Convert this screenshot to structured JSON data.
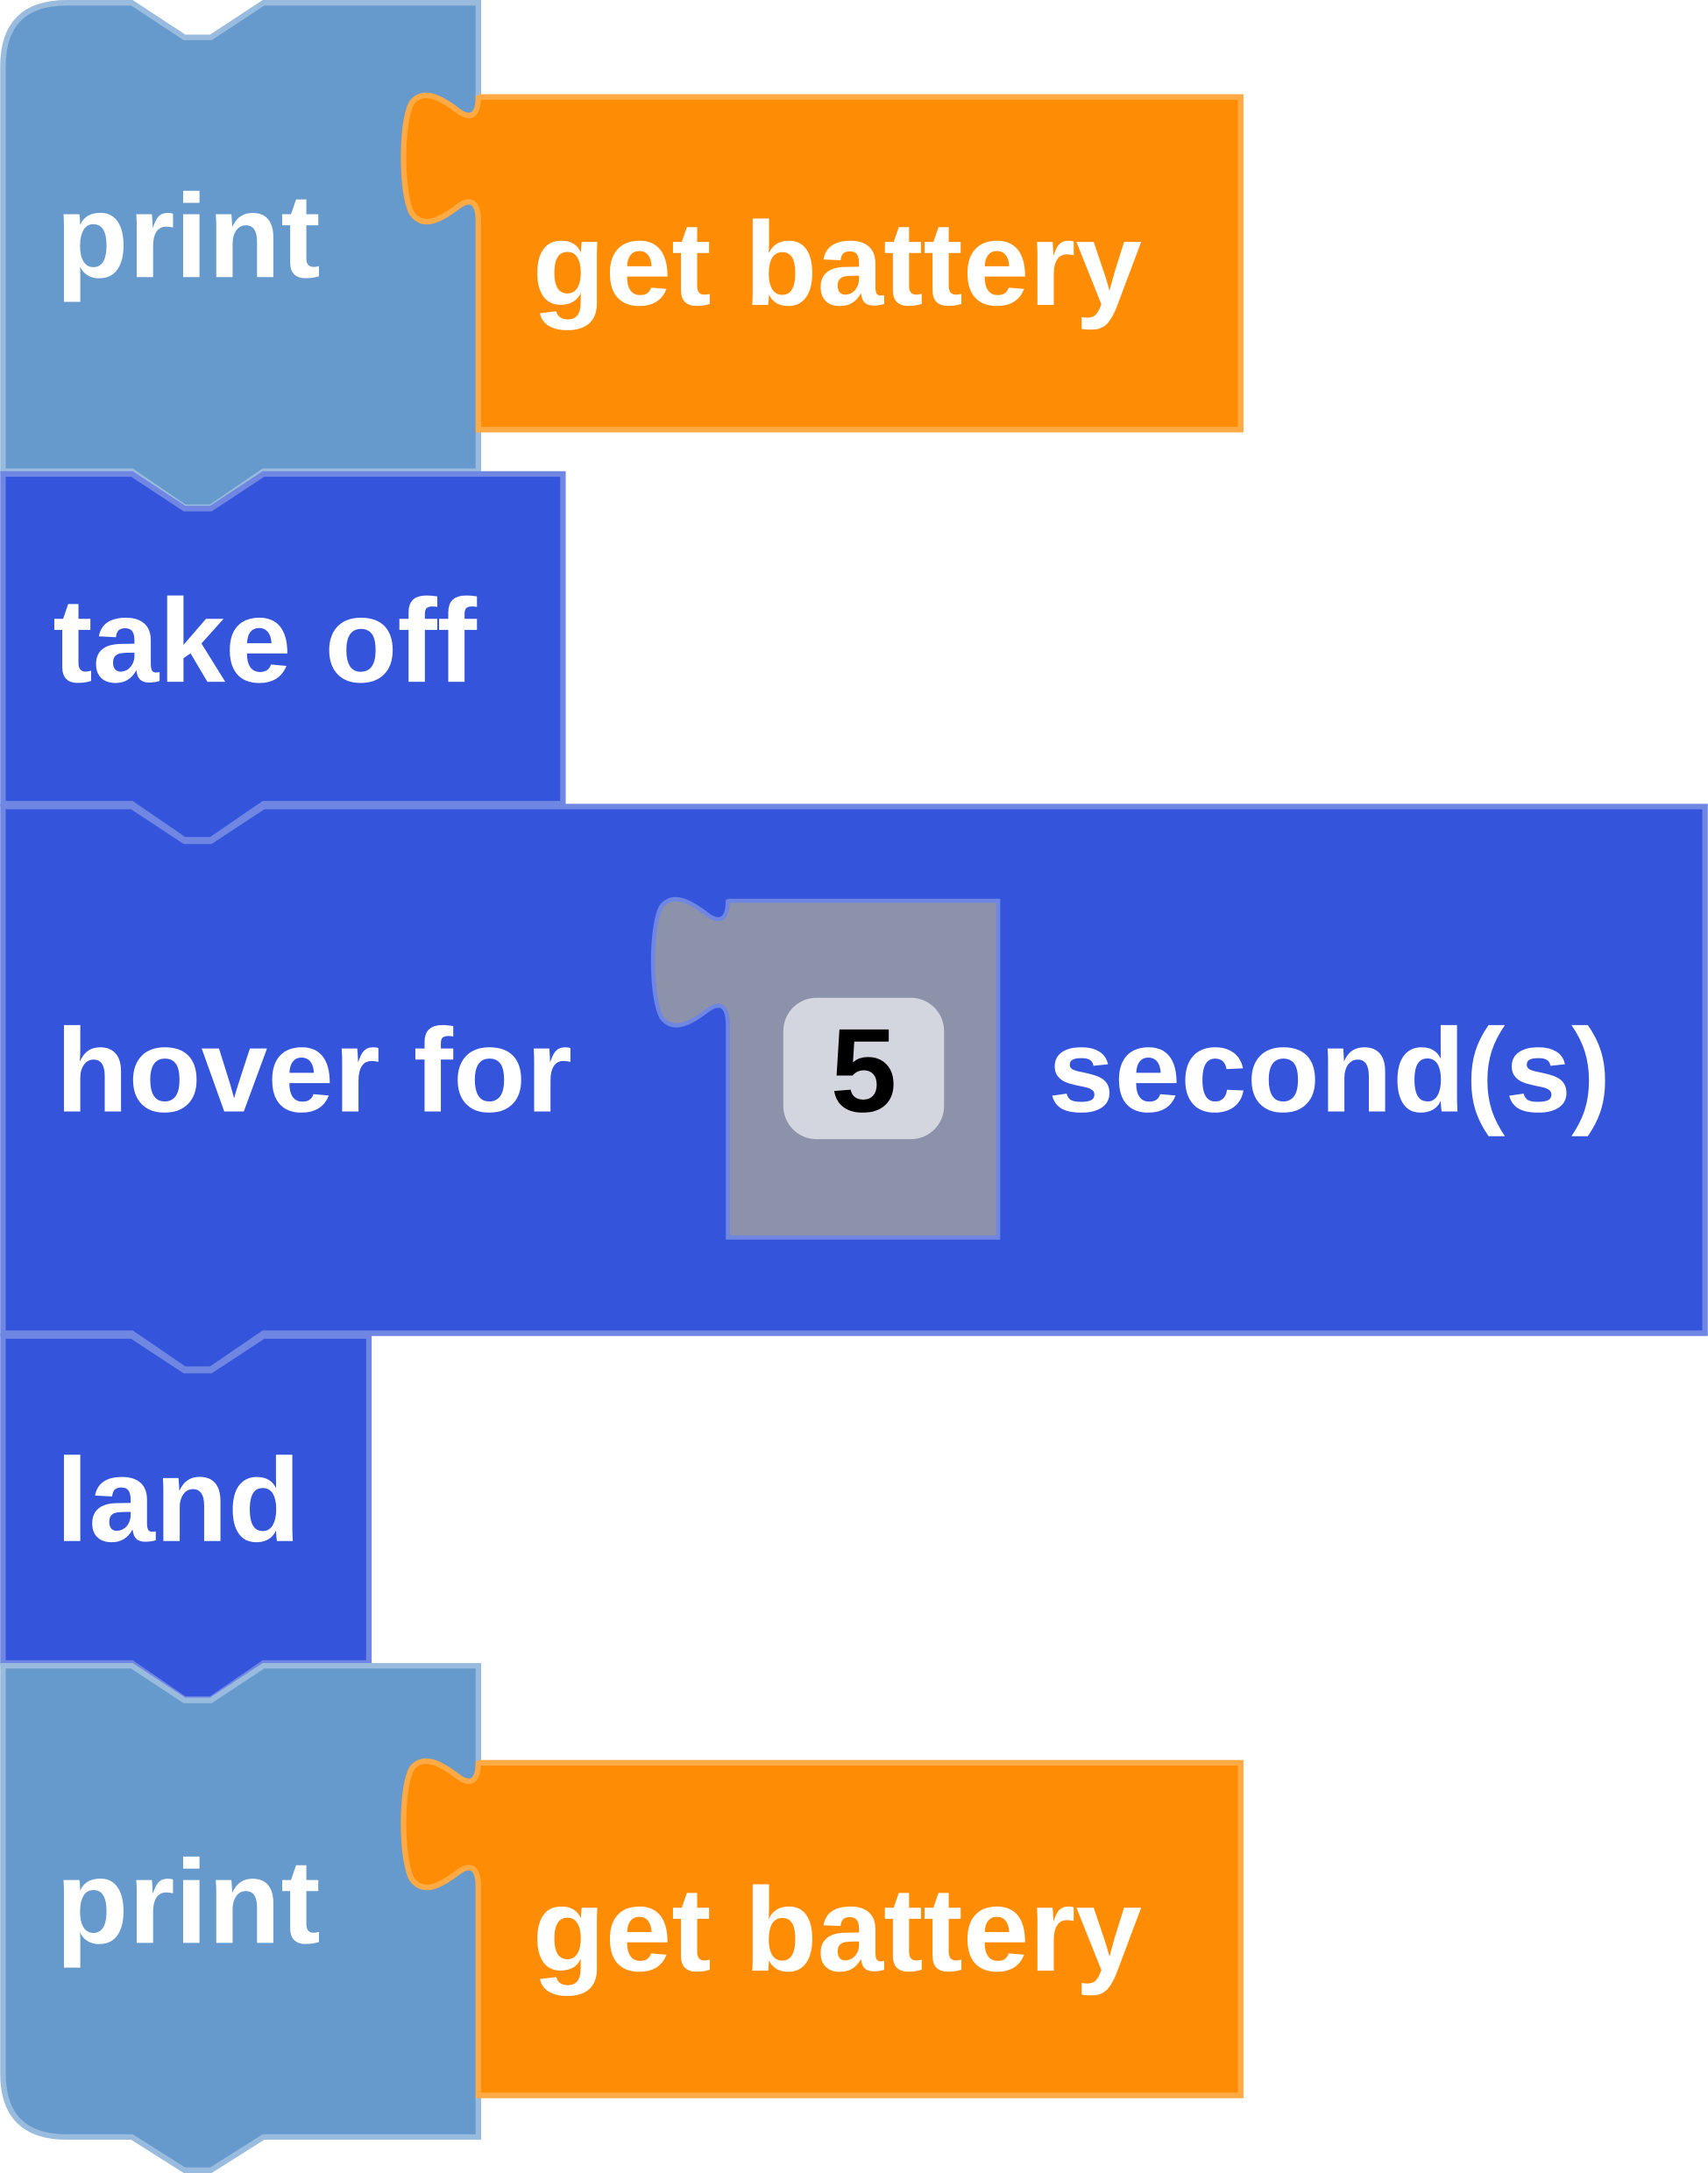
{
  "colors": {
    "print_block": "#6699CC",
    "drone_block": "#3455DB",
    "sensor_block": "#FF8C05",
    "number_block": "#8C92AA",
    "number_field": "#D4D6DF"
  },
  "blocks": [
    {
      "type": "print",
      "label": "print",
      "input": {
        "label": "get battery"
      }
    },
    {
      "type": "take_off",
      "label": "take off"
    },
    {
      "type": "hover",
      "label": "hover for",
      "value": "5",
      "suffix": "second(s)"
    },
    {
      "type": "land",
      "label": "land"
    },
    {
      "type": "print",
      "label": "print",
      "input": {
        "label": "get battery"
      }
    }
  ]
}
